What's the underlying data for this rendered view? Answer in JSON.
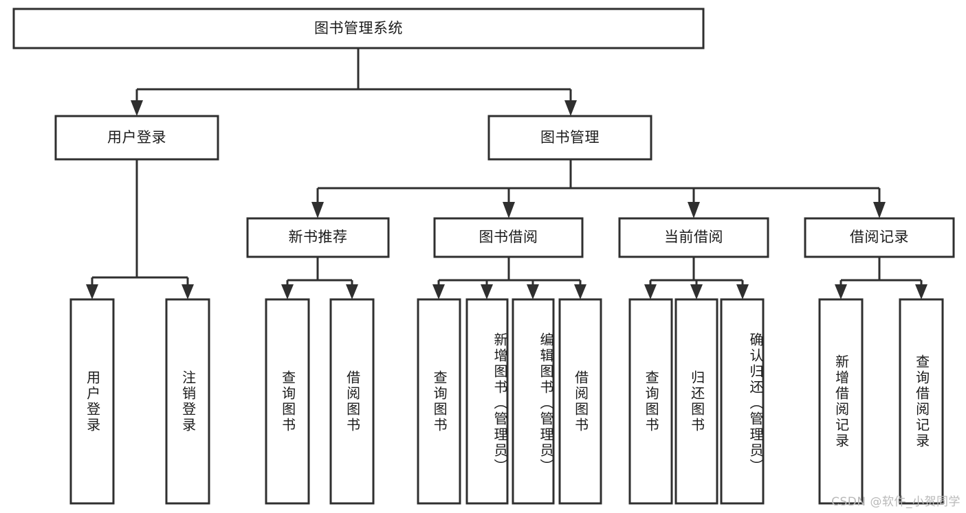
{
  "diagram": {
    "type": "tree",
    "title": "图书管理系统",
    "root": {
      "id": "root",
      "label": "图书管理系统"
    },
    "level1": [
      {
        "id": "l1-0",
        "label": "用户登录"
      },
      {
        "id": "l1-1",
        "label": "图书管理"
      }
    ],
    "level2": [
      {
        "id": "l2-0",
        "label": "新书推荐"
      },
      {
        "id": "l2-1",
        "label": "图书借阅"
      },
      {
        "id": "l2-2",
        "label": "当前借阅"
      },
      {
        "id": "l2-3",
        "label": "借阅记录"
      }
    ],
    "leaves": [
      {
        "id": "leaf-0",
        "label": "用户登录",
        "parent": "用户登录"
      },
      {
        "id": "leaf-1",
        "label": "注销登录",
        "parent": "用户登录"
      },
      {
        "id": "leaf-2",
        "label": "查询图书",
        "parent": "新书推荐"
      },
      {
        "id": "leaf-3",
        "label": "借阅图书",
        "parent": "新书推荐"
      },
      {
        "id": "leaf-4",
        "label": "查询图书",
        "parent": "图书借阅"
      },
      {
        "id": "leaf-5",
        "label": "新增图书（管理员）",
        "parent": "图书借阅"
      },
      {
        "id": "leaf-6",
        "label": "编辑图书（管理员）",
        "parent": "图书借阅"
      },
      {
        "id": "leaf-7",
        "label": "借阅图书",
        "parent": "图书借阅"
      },
      {
        "id": "leaf-8",
        "label": "查询图书",
        "parent": "当前借阅"
      },
      {
        "id": "leaf-9",
        "label": "归还图书",
        "parent": "当前借阅"
      },
      {
        "id": "leaf-10",
        "label": "确认归还（管理员）",
        "parent": "当前借阅"
      },
      {
        "id": "leaf-11",
        "label": "新增借阅记录",
        "parent": "借阅记录"
      },
      {
        "id": "leaf-12",
        "label": "查询借阅记录",
        "parent": "借阅记录"
      }
    ],
    "colors": {
      "stroke": "#2f2f2f",
      "fill": "#ffffff",
      "text": "#1b1b1b",
      "watermark": "#b9b9b9"
    }
  },
  "watermark": {
    "text": "CSDN @软件_小贺同学"
  }
}
